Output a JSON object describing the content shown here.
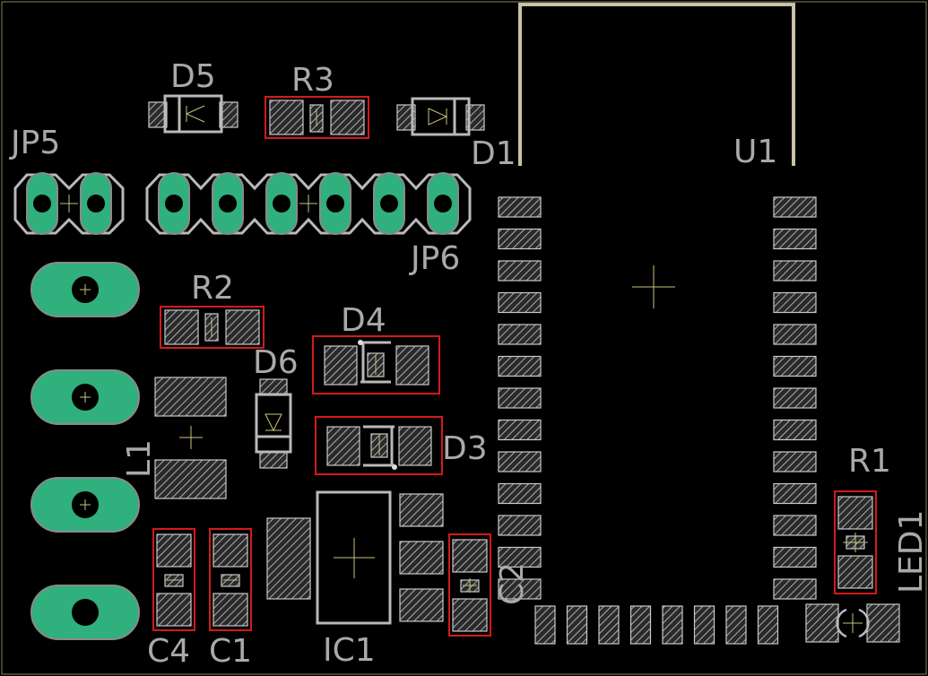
{
  "labels": {
    "d5": "D5",
    "r3": "R3",
    "jp5": "JP5",
    "d1": "D1",
    "u1": "U1",
    "jp6": "JP6",
    "r2": "R2",
    "d4": "D4",
    "d6": "D6",
    "d3": "D3",
    "l1": "L1",
    "r1": "R1",
    "led1": "LED1",
    "c2": "C2",
    "c4": "C4",
    "c1": "C1",
    "ic1": "IC1"
  },
  "colors": {
    "background": "#000000",
    "copper_pad_green": "#2fb07c",
    "silkscreen": "#b9b9b9",
    "board_outline": "#c8c2a6",
    "keepout_red": "#d31a1a",
    "label_gray": "#a9a9a9"
  }
}
